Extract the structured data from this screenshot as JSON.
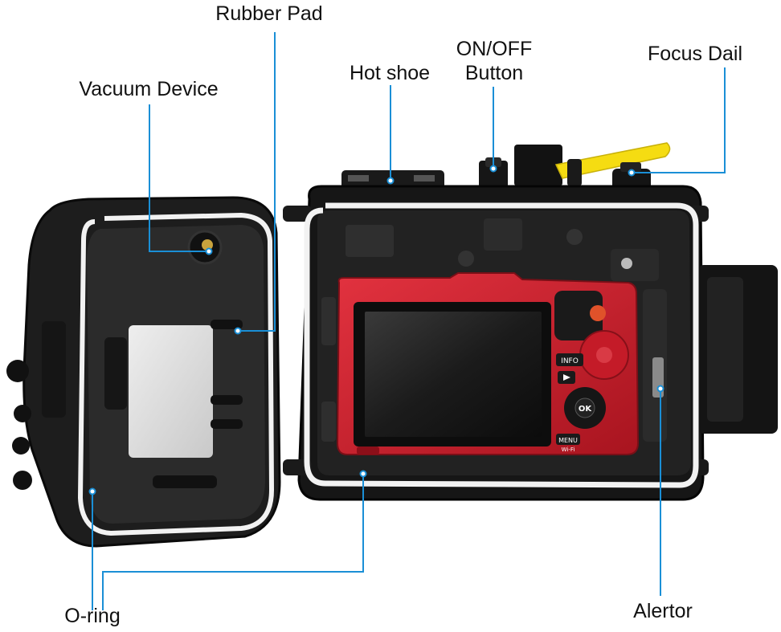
{
  "labels": {
    "rubber_pad": "Rubber Pad",
    "vacuum_device": "Vacuum Device",
    "hot_shoe": "Hot shoe",
    "on_off_line1": "ON/OFF",
    "on_off_line2": "Button",
    "focus_dial": "Focus Dail",
    "o_ring": "O-ring",
    "alertor": "Alertor"
  },
  "camera": {
    "menu_button": "MENU",
    "wifi_label": "Wi-Fi",
    "ok_button": "OK",
    "info_button": "INFO"
  },
  "colors": {
    "leader_line": "#1a8fd6",
    "camera_body": "#cf1f2c",
    "housing": "#151515",
    "seal": "#f2f2f2",
    "lever": "#f5dc12"
  }
}
